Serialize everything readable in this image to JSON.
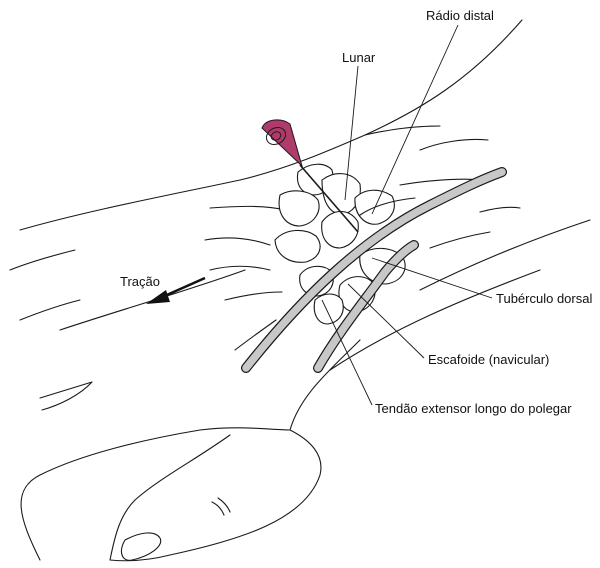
{
  "labels": {
    "radio_distal": "Rádio distal",
    "lunar": "Lunar",
    "tracao": "Tração",
    "tuberculo_dorsal": "Tubérculo dorsal",
    "escafoide": "Escafoide (navicular)",
    "tendao": "Tendão extensor longo do polegar"
  },
  "colors": {
    "needle_hub": "#b03a6a",
    "tendon_fill": "#c8c8c8",
    "line": "#1a1a1a"
  }
}
